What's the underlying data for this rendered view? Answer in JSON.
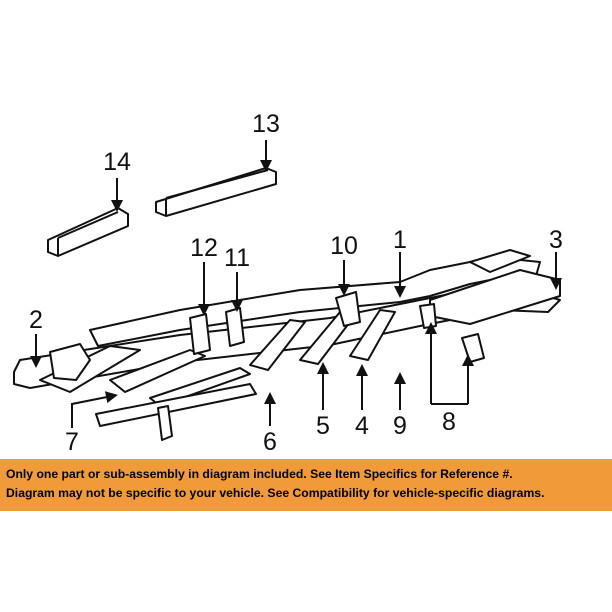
{
  "callouts": {
    "c1": "1",
    "c2": "2",
    "c3": "3",
    "c4": "4",
    "c5": "5",
    "c6": "6",
    "c7": "7",
    "c8": "8",
    "c9": "9",
    "c10": "10",
    "c11": "11",
    "c12": "12",
    "c13": "13",
    "c14": "14"
  },
  "notice": {
    "line1": "Only one part or sub-assembly in diagram included. See Item Specifics for Reference #.",
    "line2": "Diagram may not be specific to your vehicle. See Compatibility for vehicle-specific diagrams."
  },
  "colors": {
    "banner": "#f09a3a",
    "line": "#111111"
  }
}
